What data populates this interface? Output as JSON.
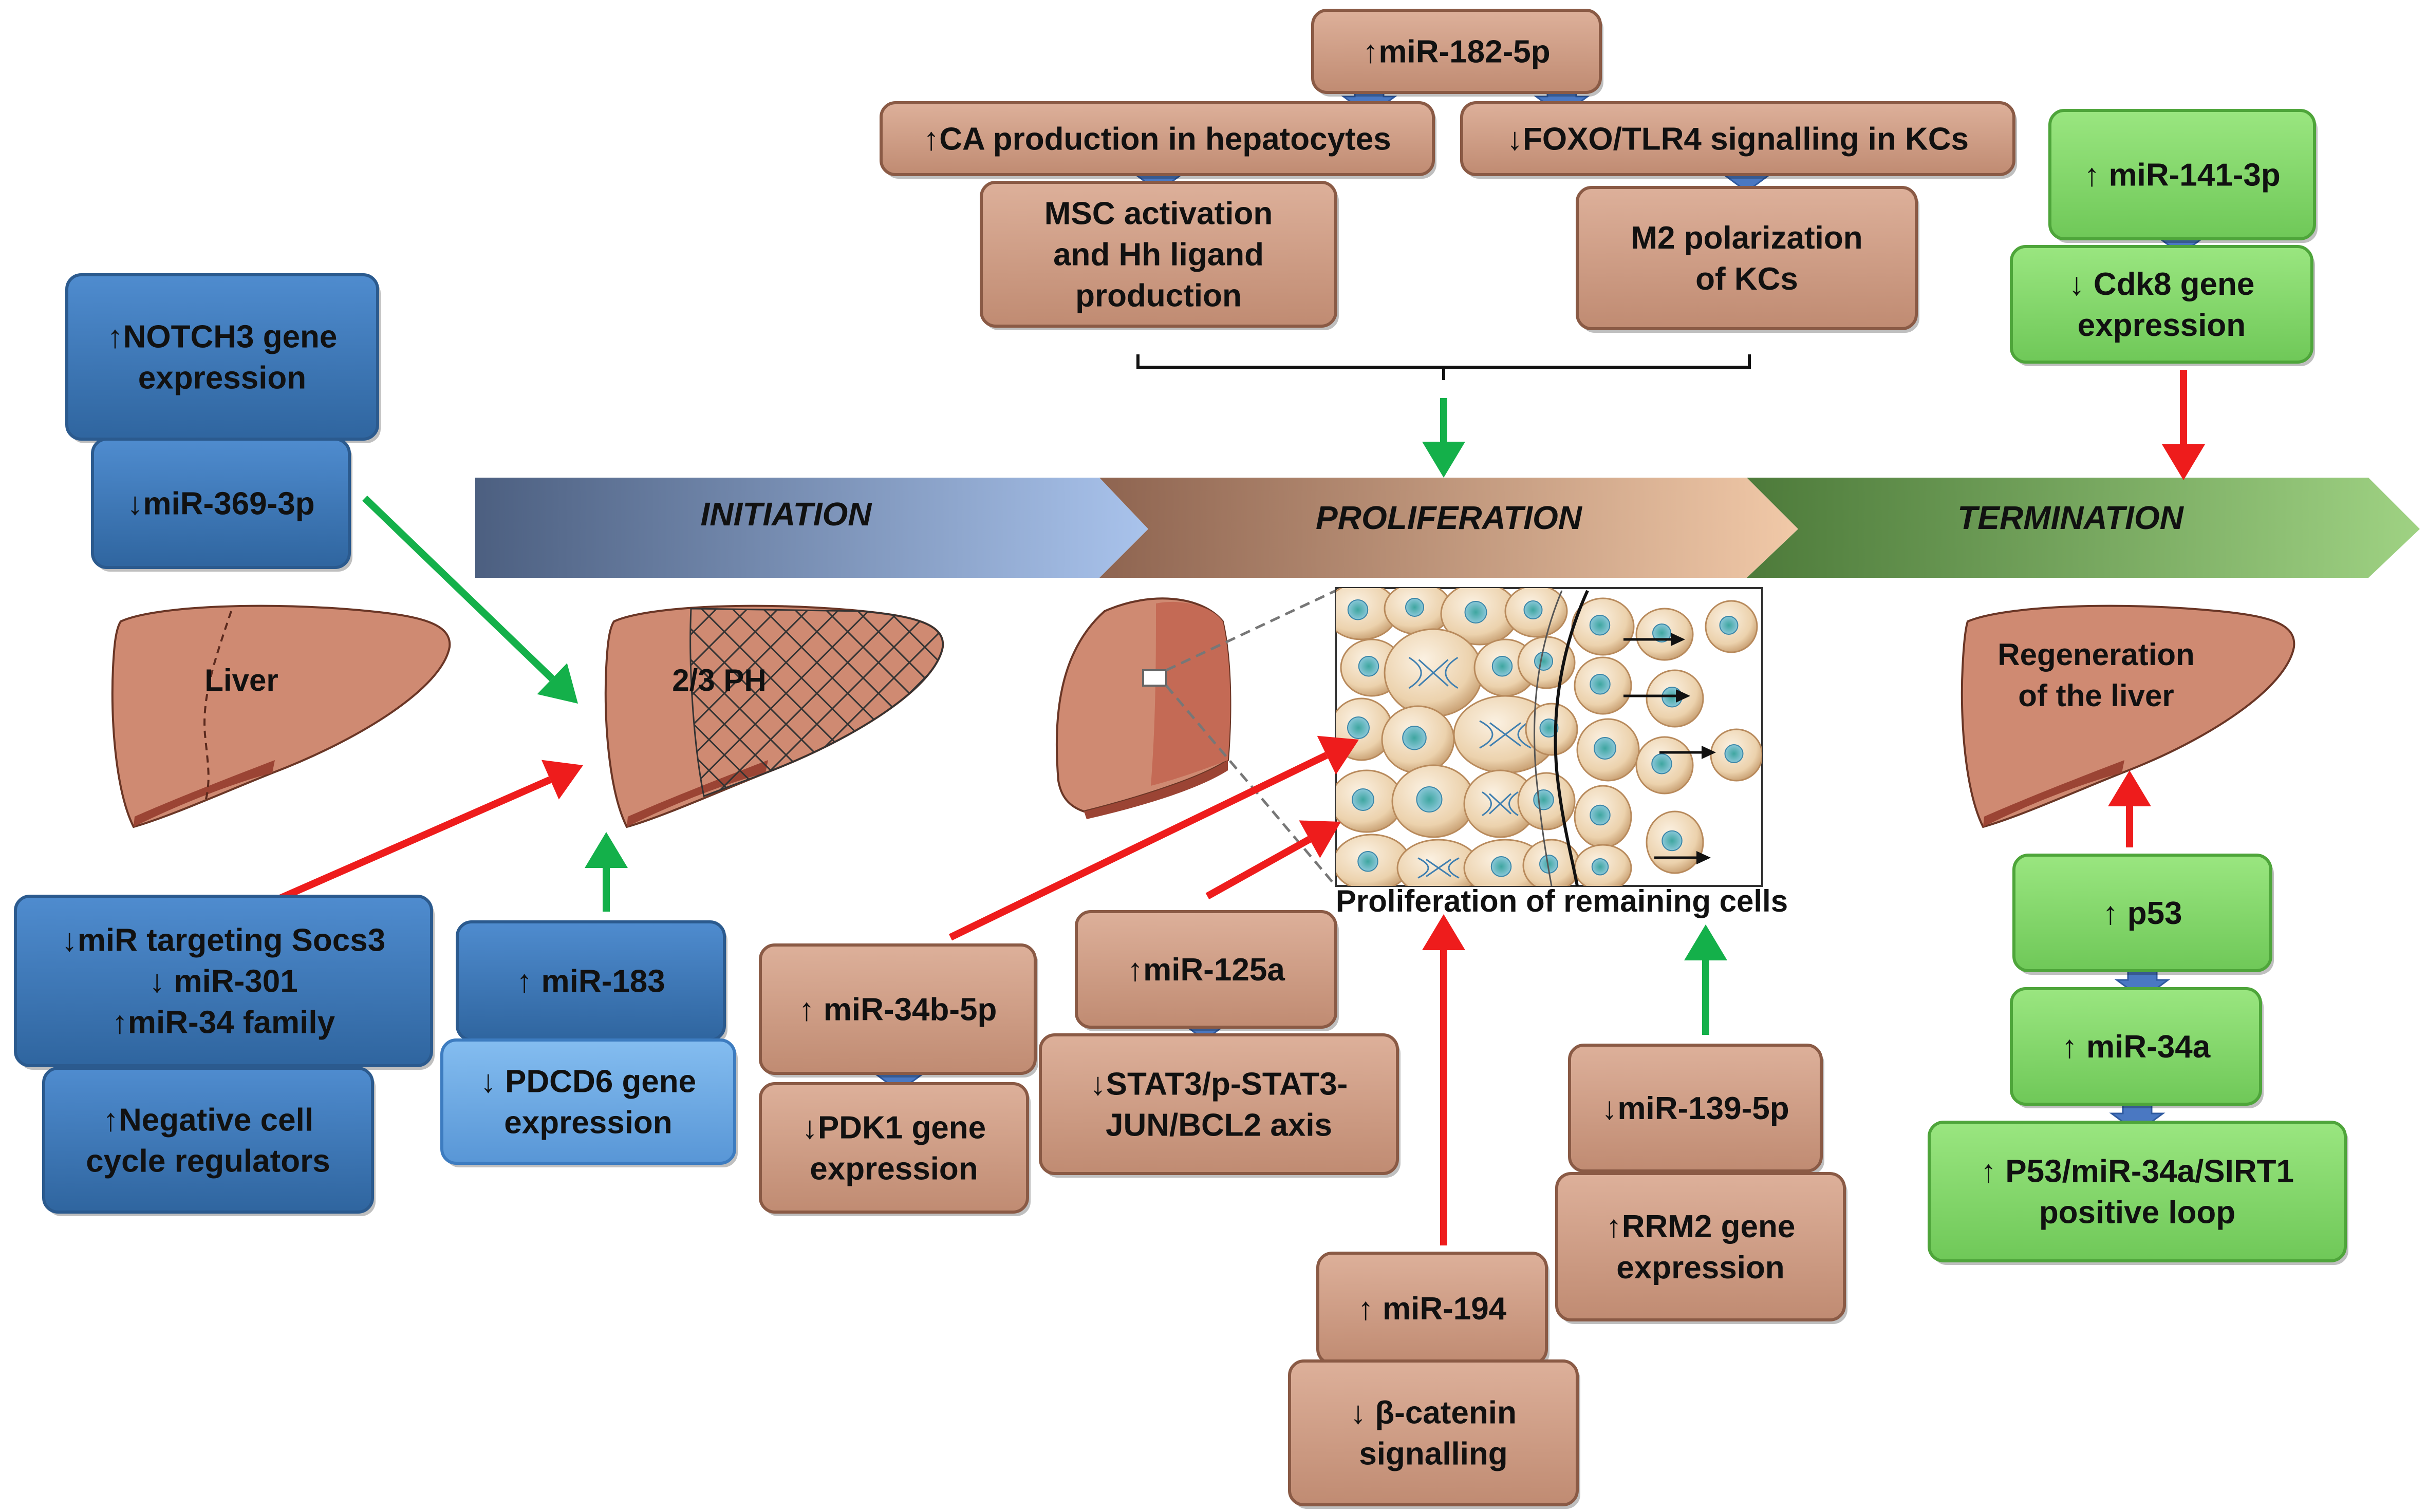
{
  "phases": {
    "initiation": "INITIATION",
    "proliferation": "PROLIFERATION",
    "termination": "TERMINATION"
  },
  "liver_labels": {
    "liver": "Liver",
    "ph": "2/3 PH",
    "regeneration_line1": "Regeneration",
    "regeneration_line2": "of the liver"
  },
  "caption": "Proliferation of remaining cells",
  "colors": {
    "blue_box": "#3f79b8",
    "light_blue_box": "#6ea8e0",
    "brown_box": "#cd9a82",
    "green_box": "#86d96e",
    "green_arrow": "#14b04a",
    "red_arrow": "#ee1c1c",
    "connector_arrow": "#4a78c2",
    "liver_fill": "#cf8a72"
  },
  "boxes": {
    "notch3": {
      "arrow": "↑",
      "lines": [
        "NOTCH3 gene",
        "expression"
      ]
    },
    "mir369": {
      "arrow": "↓",
      "lines": [
        "miR-369-3p"
      ]
    },
    "socs3_group": {
      "lines": [
        "↓miR targeting Socs3",
        "↓ miR-301",
        "↑miR-34 family"
      ]
    },
    "negative_cycle": {
      "lines": [
        "↑Negative cell",
        "cycle regulators"
      ]
    },
    "mir183": {
      "lines": [
        "↑ miR-183"
      ]
    },
    "pdcd6": {
      "lines": [
        "↓ PDCD6 gene",
        "expression"
      ]
    },
    "mir182": {
      "lines": [
        "↑miR-182-5p"
      ]
    },
    "ca_production": {
      "lines": [
        "↑CA production in hepatocytes"
      ]
    },
    "foxo_tlr4": {
      "lines": [
        "↓FOXO/TLR4 signalling in KCs"
      ]
    },
    "msc_activation": {
      "lines": [
        "MSC activation",
        "and Hh ligand",
        "production"
      ]
    },
    "m2_polarization": {
      "lines": [
        "M2 polarization",
        "of KCs"
      ]
    },
    "mir34b": {
      "lines": [
        "↑ miR-34b-5p"
      ]
    },
    "pdk1": {
      "lines": [
        "↓PDK1 gene",
        "expression"
      ]
    },
    "mir125a": {
      "lines": [
        "↑miR-125a"
      ]
    },
    "stat3": {
      "lines": [
        "↓STAT3/p-STAT3-",
        "JUN/BCL2 axis"
      ]
    },
    "mir139": {
      "lines": [
        "↓miR-139-5p"
      ]
    },
    "rrm2": {
      "lines": [
        "↑RRM2 gene",
        "expression"
      ]
    },
    "mir194": {
      "lines": [
        "↑ miR-194"
      ]
    },
    "beta_catenin": {
      "lines": [
        "↓ β-catenin",
        "signalling"
      ]
    },
    "mir141": {
      "lines": [
        "↑ miR-141-3p"
      ]
    },
    "cdk8": {
      "lines": [
        "↓ Cdk8 gene",
        "expression"
      ]
    },
    "p53": {
      "lines": [
        "↑ p53"
      ]
    },
    "mir34a": {
      "lines": [
        "↑ miR-34a"
      ]
    },
    "p53_loop": {
      "lines": [
        "↑ P53/miR-34a/SIRT1",
        "positive loop"
      ]
    }
  }
}
